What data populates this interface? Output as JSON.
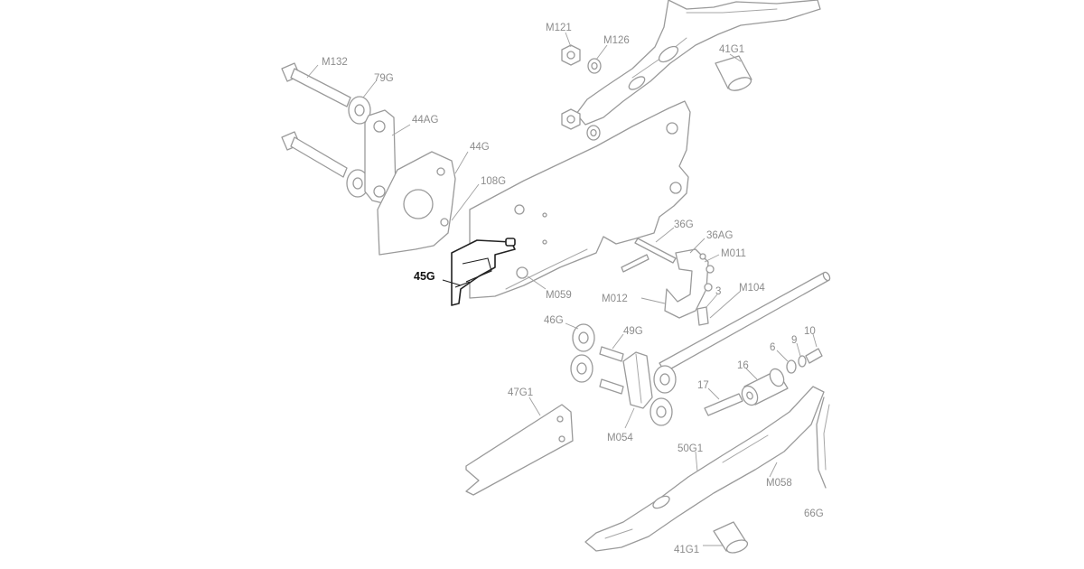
{
  "diagram": {
    "highlighted_part": "45G",
    "colors": {
      "background": "#ffffff",
      "line": "#9a9a9a",
      "label": "#8c8c8c",
      "highlight": "#222222"
    },
    "labels": [
      "M121",
      "M126",
      "41G1",
      "M132",
      "79G",
      "44AG",
      "44G",
      "108G",
      "45G",
      "36G",
      "36AG",
      "M011",
      "M012",
      "M059",
      "3",
      "M104",
      "46G",
      "49G",
      "10",
      "9",
      "6",
      "16",
      "17",
      "47G1",
      "M054",
      "50G1",
      "M058",
      "66G",
      "41G1"
    ]
  }
}
